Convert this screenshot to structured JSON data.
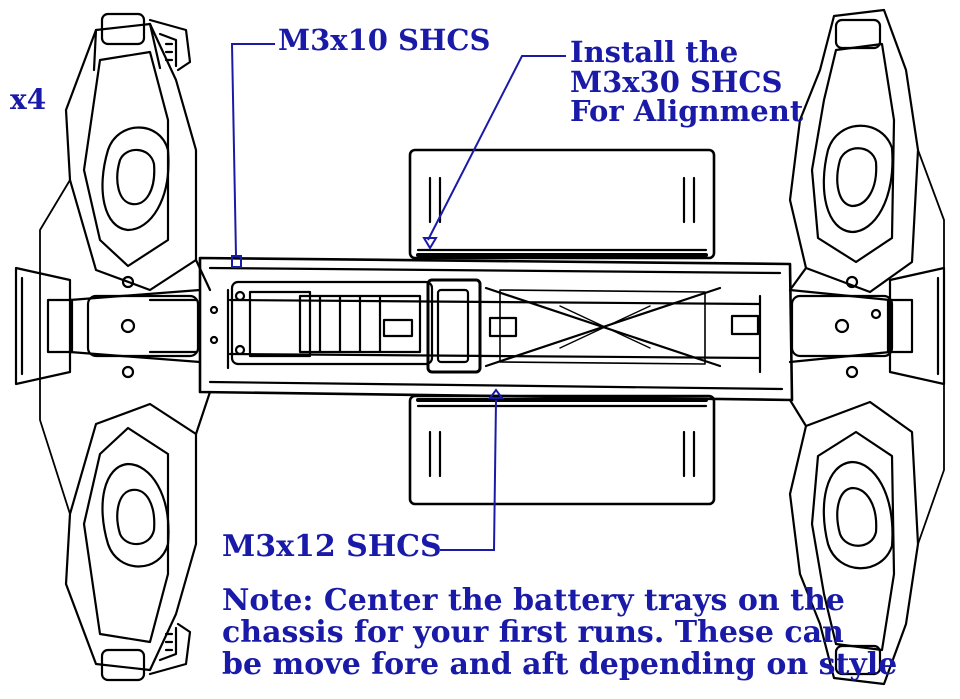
{
  "labels": {
    "quantity": "x4",
    "m3x10": "M3x10 SHCS",
    "install_lines": [
      "Install the",
      "M3x30 SHCS",
      "For Alignment"
    ],
    "m3x12": "M3x12 SHCS",
    "note_lines": [
      "Note:  Center the battery trays on the",
      "chassis for your first runs.  These can",
      "be move fore and aft depending on style"
    ]
  },
  "colors": {
    "annotation": "#1a1aa8",
    "line_art": "#000000",
    "background": "#ffffff"
  }
}
